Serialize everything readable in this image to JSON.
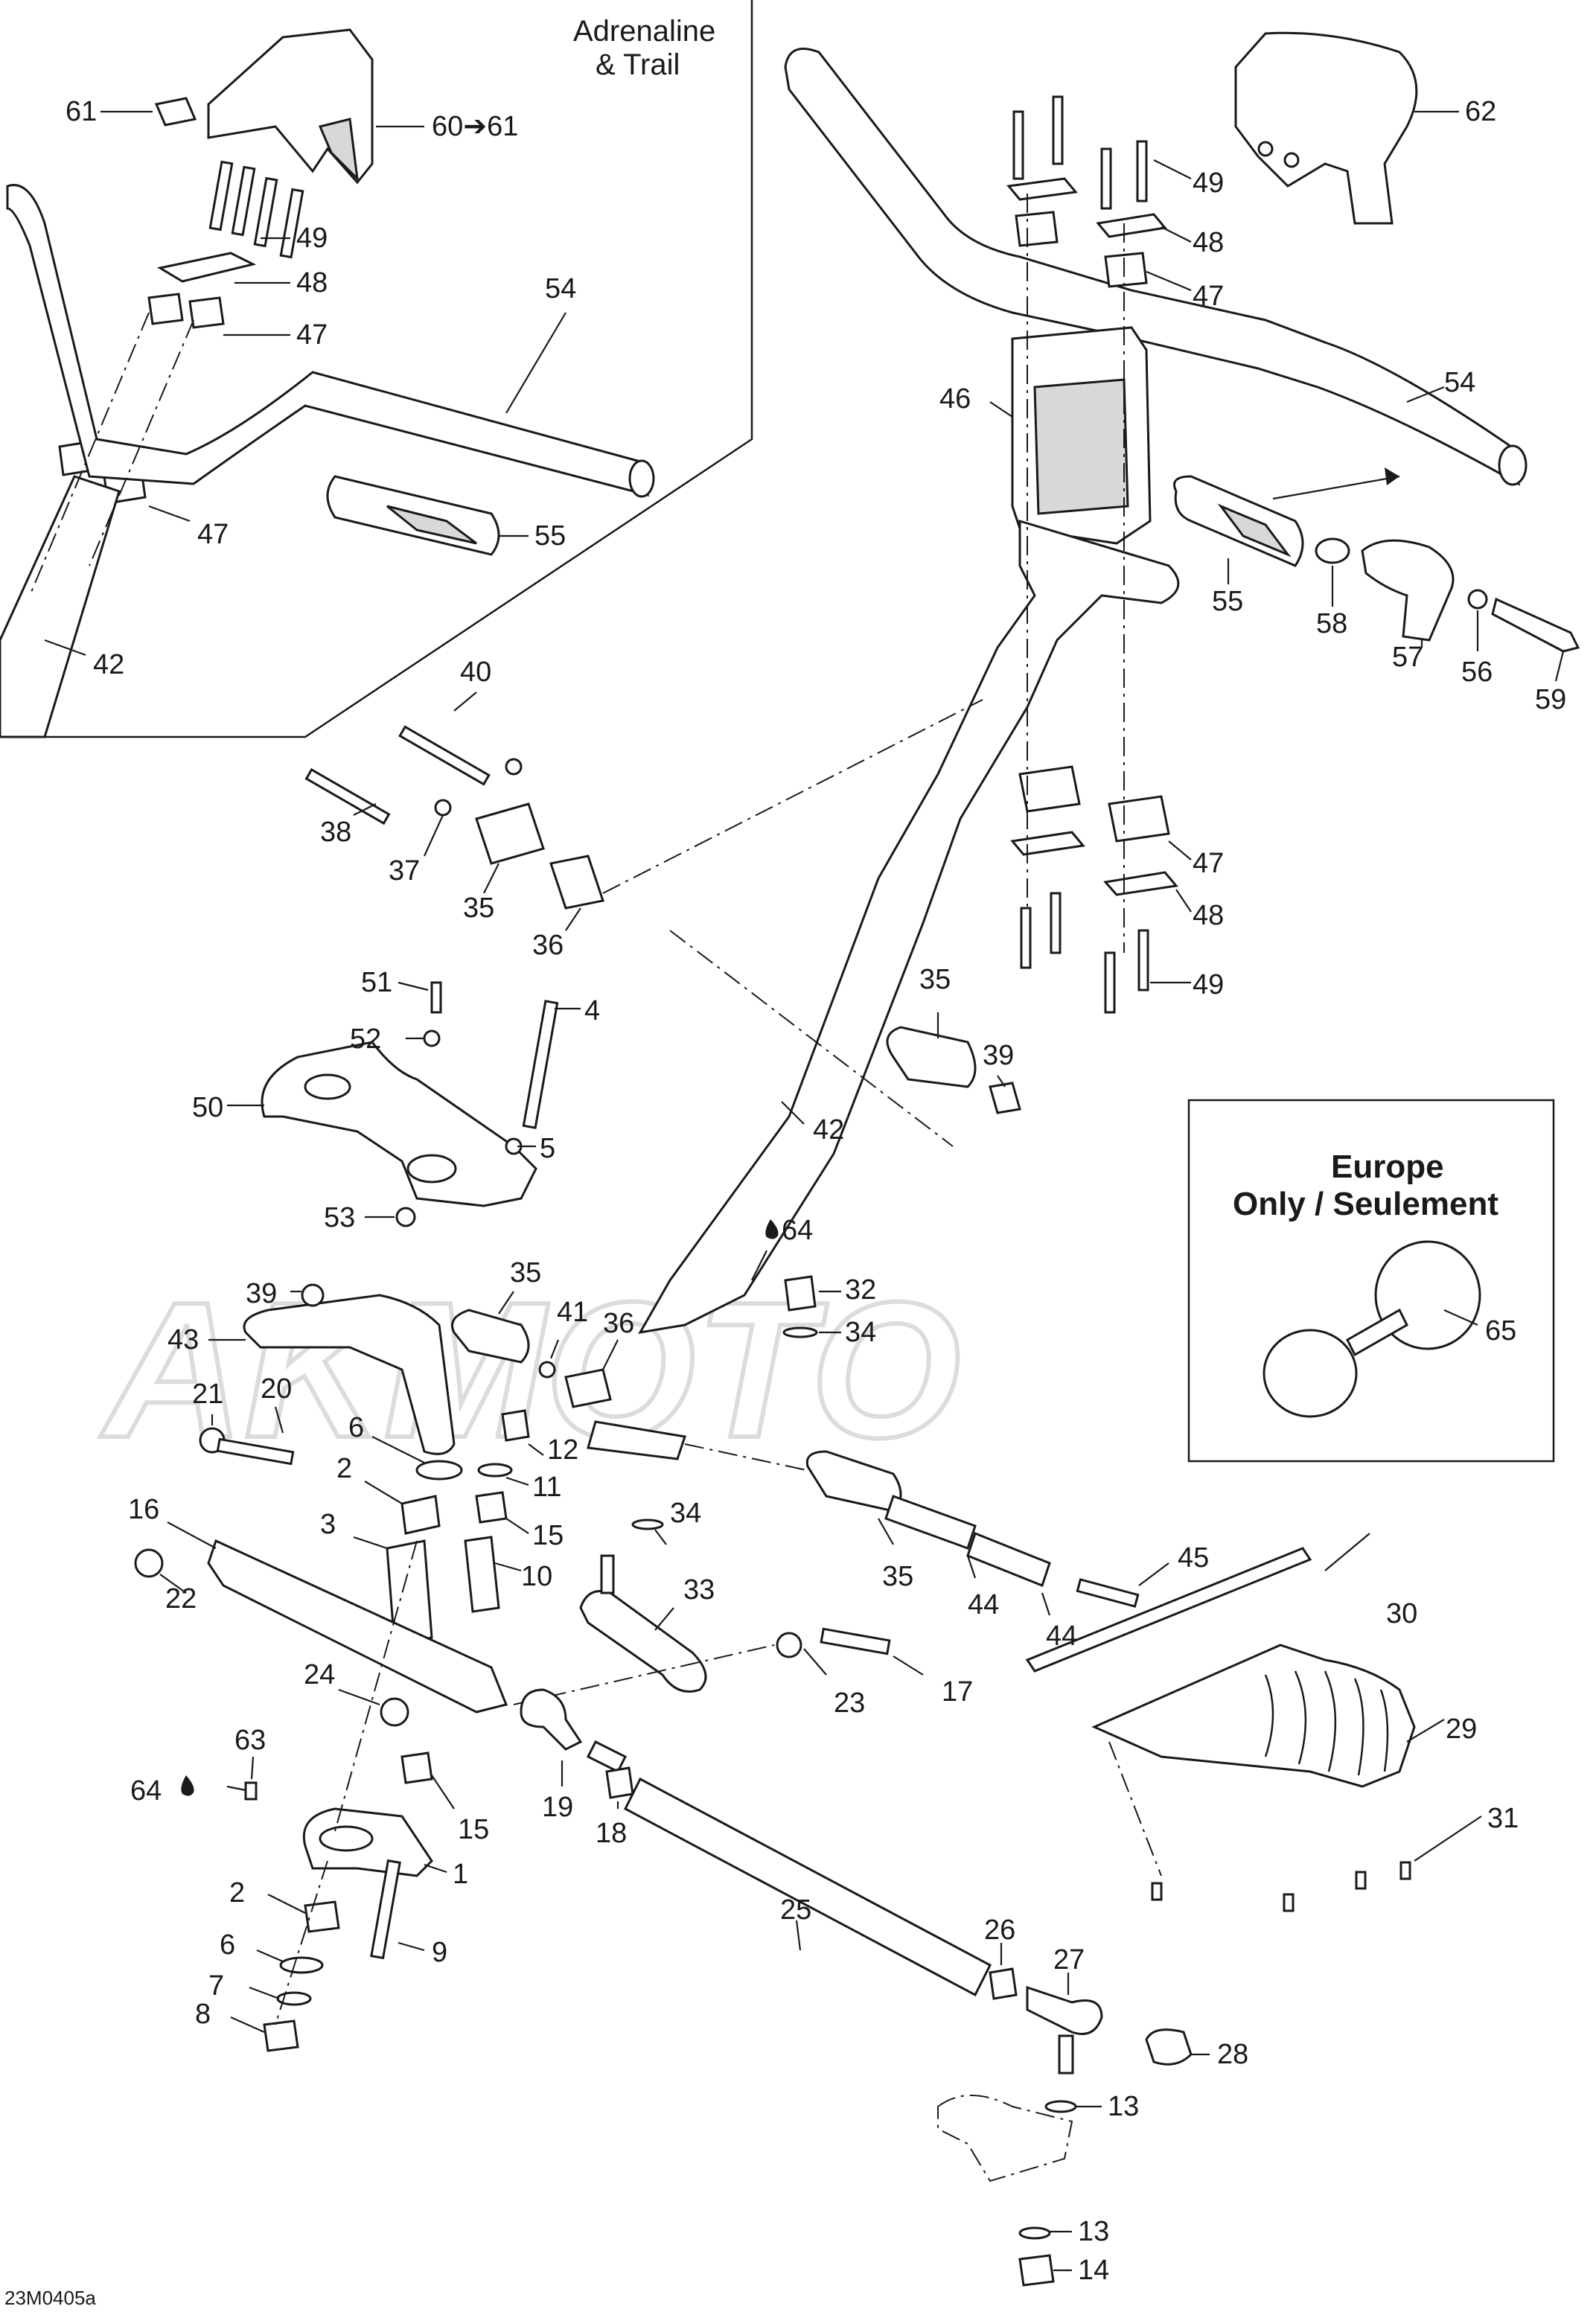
{
  "drawing_ref": "23M0405a",
  "inset_label": {
    "line1": "Adrenaline",
    "line2": "& Trail"
  },
  "europe_box": {
    "line1": "Europe",
    "line2": "Only / Seulement"
  },
  "watermark": "AKMOTO",
  "callouts": {
    "c1": "1",
    "c2a": "2",
    "c2b": "2",
    "c3": "3",
    "c4": "4",
    "c5": "5",
    "c6a": "6",
    "c6b": "6",
    "c7": "7",
    "c8": "8",
    "c9": "9",
    "c10": "10",
    "c11": "11",
    "c12": "12",
    "c13a": "13",
    "c13b": "13",
    "c14": "14",
    "c15a": "15",
    "c15b": "15",
    "c16": "16",
    "c17": "17",
    "c18": "18",
    "c19": "19",
    "c20": "20",
    "c21": "21",
    "c22": "22",
    "c23": "23",
    "c24": "24",
    "c25": "25",
    "c26": "26",
    "c27": "27",
    "c28": "28",
    "c29": "29",
    "c30": "30",
    "c31": "31",
    "c32": "32",
    "c33": "33",
    "c34a": "34",
    "c34b": "34",
    "c35a": "35",
    "c35b": "35",
    "c35c": "35",
    "c35d": "35",
    "c36a": "36",
    "c36b": "36",
    "c37": "37",
    "c38": "38",
    "c39a": "39",
    "c39b": "39",
    "c40": "40",
    "c41": "41",
    "c42a": "42",
    "c42b": "42",
    "c43": "43",
    "c44a": "44",
    "c44b": "44",
    "c45": "45",
    "c46": "46",
    "c47a": "47",
    "c47b": "47",
    "c47c": "47",
    "c47d": "47",
    "c48a": "48",
    "c48b": "48",
    "c48c": "48",
    "c49a": "49",
    "c49b": "49",
    "c49c": "49",
    "c50": "50",
    "c51": "51",
    "c52": "52",
    "c53": "53",
    "c54a": "54",
    "c54b": "54",
    "c55a": "55",
    "c55b": "55",
    "c56": "56",
    "c57": "57",
    "c58": "58",
    "c59": "59",
    "c60": "60➔61",
    "c61": "61",
    "c62": "62",
    "c63": "63",
    "c64a": "64",
    "c64b": "64",
    "c65": "65"
  }
}
